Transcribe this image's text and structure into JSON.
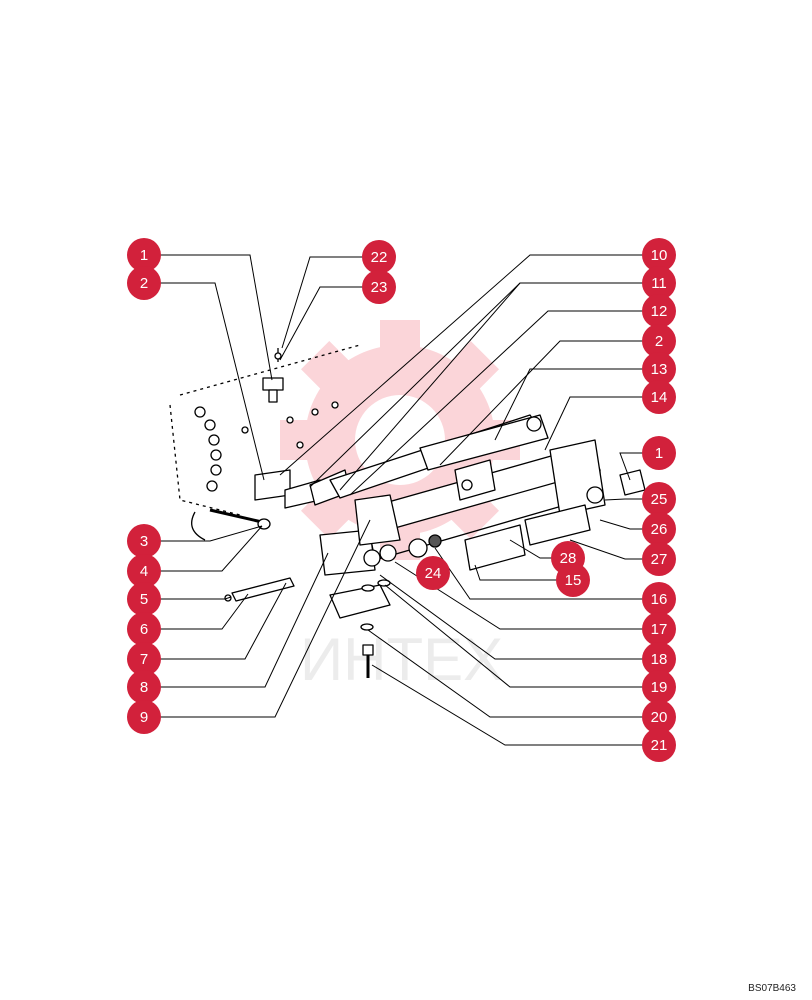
{
  "colors": {
    "callout_fill": "#d2213b",
    "callout_text": "#ffffff",
    "line": "#000000",
    "watermark_gear": "#fbd5d9",
    "watermark_text": "#ececec"
  },
  "watermark": {
    "brand_text": "ИНТЕХ",
    "icon": "gear-logo-icon"
  },
  "drawing_code": "BS07B463",
  "callouts": [
    "1",
    "2",
    "3",
    "4",
    "5",
    "6",
    "7",
    "8",
    "9",
    "10",
    "11",
    "12",
    "2",
    "13",
    "14",
    "1",
    "25",
    "26",
    "27",
    "28",
    "15",
    "16",
    "17",
    "18",
    "19",
    "20",
    "21",
    "22",
    "23",
    "24"
  ]
}
